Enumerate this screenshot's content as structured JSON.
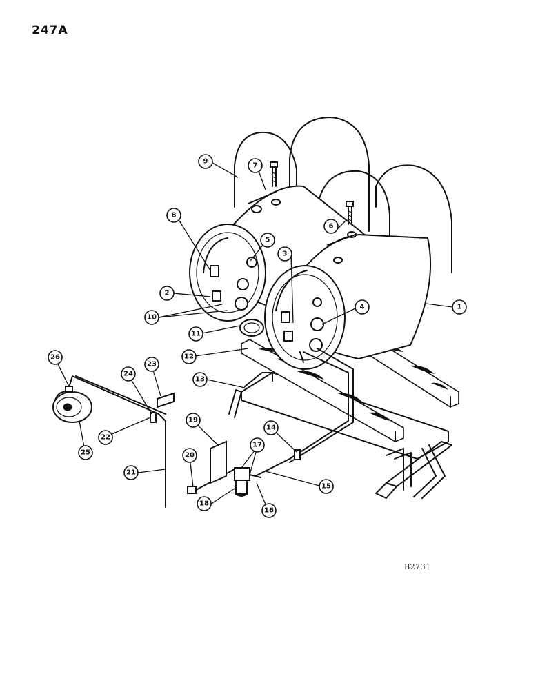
{
  "page_number": "247A",
  "figure_code": "B2731",
  "callouts": [
    {
      "id": "c1",
      "label": "1"
    },
    {
      "id": "c2",
      "label": "2"
    },
    {
      "id": "c3",
      "label": "3"
    },
    {
      "id": "c4",
      "label": "4"
    },
    {
      "id": "c5",
      "label": "5"
    },
    {
      "id": "c6",
      "label": "6"
    },
    {
      "id": "c7",
      "label": "7"
    },
    {
      "id": "c8",
      "label": "8"
    },
    {
      "id": "c9",
      "label": "9"
    },
    {
      "id": "c10",
      "label": "10"
    },
    {
      "id": "c11",
      "label": "11"
    },
    {
      "id": "c12",
      "label": "12"
    },
    {
      "id": "c13",
      "label": "13"
    },
    {
      "id": "c14",
      "label": "14"
    },
    {
      "id": "c15",
      "label": "15"
    },
    {
      "id": "c16",
      "label": "16"
    },
    {
      "id": "c17",
      "label": "17"
    },
    {
      "id": "c18",
      "label": "18"
    },
    {
      "id": "c19",
      "label": "19"
    },
    {
      "id": "c20",
      "label": "20"
    },
    {
      "id": "c21",
      "label": "21"
    },
    {
      "id": "c22",
      "label": "22"
    },
    {
      "id": "c23",
      "label": "23"
    },
    {
      "id": "c24",
      "label": "24"
    },
    {
      "id": "c25",
      "label": "25"
    },
    {
      "id": "c26",
      "label": "26"
    }
  ]
}
